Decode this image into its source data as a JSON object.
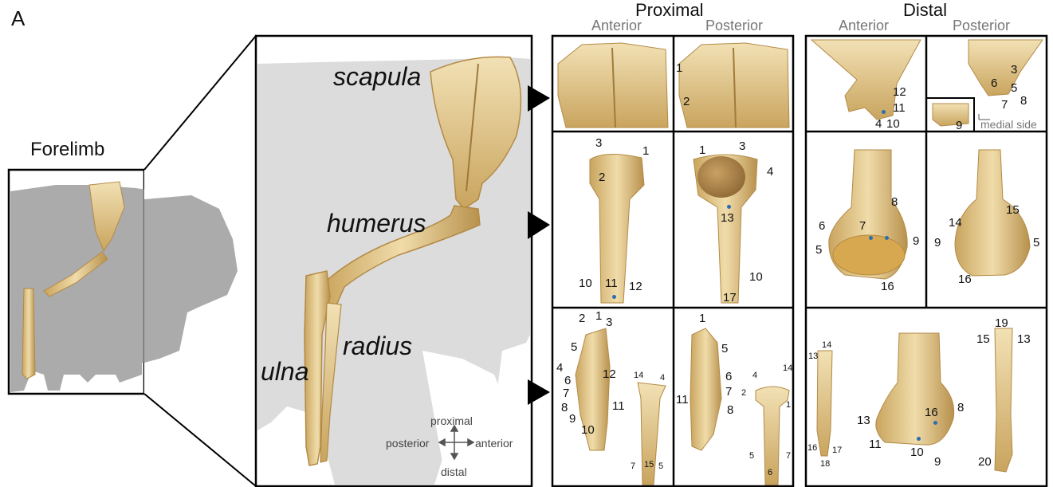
{
  "panel_label": "A",
  "forelimb_label": "Forelimb",
  "bone_names": {
    "scapula": "scapula",
    "humerus": "humerus",
    "radius": "radius",
    "ulna": "ulna"
  },
  "orientation": {
    "proximal": "proximal",
    "distal": "distal",
    "posterior": "posterior",
    "anterior": "anterior"
  },
  "headers": {
    "proximal": "Proximal",
    "distal": "Distal",
    "prox_anterior": "Anterior",
    "prox_posterior": "Posterior",
    "dist_anterior": "Anterior",
    "dist_posterior": "Posterior"
  },
  "medial_side": "medial side",
  "labels": {
    "p_scap_post": [
      "1",
      "2"
    ],
    "d_scap_ant": [
      "12",
      "11",
      "4",
      "10"
    ],
    "d_scap_post": [
      "3",
      "6",
      "5",
      "7",
      "8",
      "9"
    ],
    "p_hum_ant": [
      "3",
      "1",
      "2",
      "10",
      "11",
      "12"
    ],
    "p_hum_post": [
      "1",
      "3",
      "4",
      "13",
      "10",
      "17"
    ],
    "d_hum_ant": [
      "6",
      "5",
      "7",
      "8",
      "9",
      "16"
    ],
    "d_hum_post": [
      "15",
      "14",
      "9",
      "5",
      "16"
    ],
    "p_rad_ant": [
      "2",
      "1",
      "3",
      "5",
      "4",
      "6",
      "12",
      "7",
      "8",
      "9",
      "11",
      "10"
    ],
    "p_rad_small": [
      "14",
      "4",
      "7",
      "15",
      "5"
    ],
    "p_rad_post": [
      "1",
      "5",
      "6",
      "7",
      "8",
      "11"
    ],
    "p_rad_small2": [
      "4",
      "14",
      "2",
      "1",
      "5",
      "6",
      "7"
    ],
    "d_rad_small": [
      "14",
      "13",
      "16",
      "17",
      "18"
    ],
    "d_rad_mid": [
      "13",
      "11",
      "10",
      "9",
      "16",
      "8"
    ],
    "d_rad_right": [
      "19",
      "15",
      "13",
      "20"
    ]
  },
  "colors": {
    "bone": "#e3c98e",
    "bone_dark": "#b38a45",
    "silhouette": "#8f8f8f",
    "silhouette_light": "#dcdcdc",
    "marker": "#2b6fb0"
  }
}
